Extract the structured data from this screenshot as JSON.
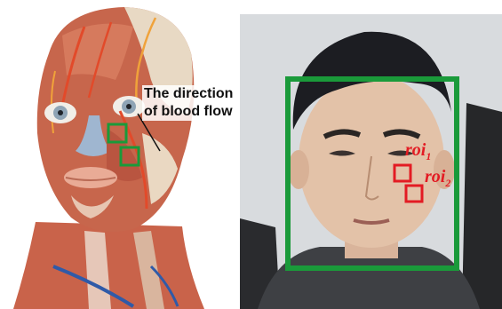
{
  "annotation": {
    "line1": "The direction",
    "line2": "of blood flow"
  },
  "roi_labels": [
    {
      "base": "roi",
      "sub": "1"
    },
    {
      "base": "roi",
      "sub": "2"
    }
  ],
  "colors": {
    "green_box": "#1a9a3a",
    "red_box": "#e31b23",
    "muscle": "#c8644a",
    "skin": "#e9d8c0",
    "hair": "#1c1d22"
  }
}
